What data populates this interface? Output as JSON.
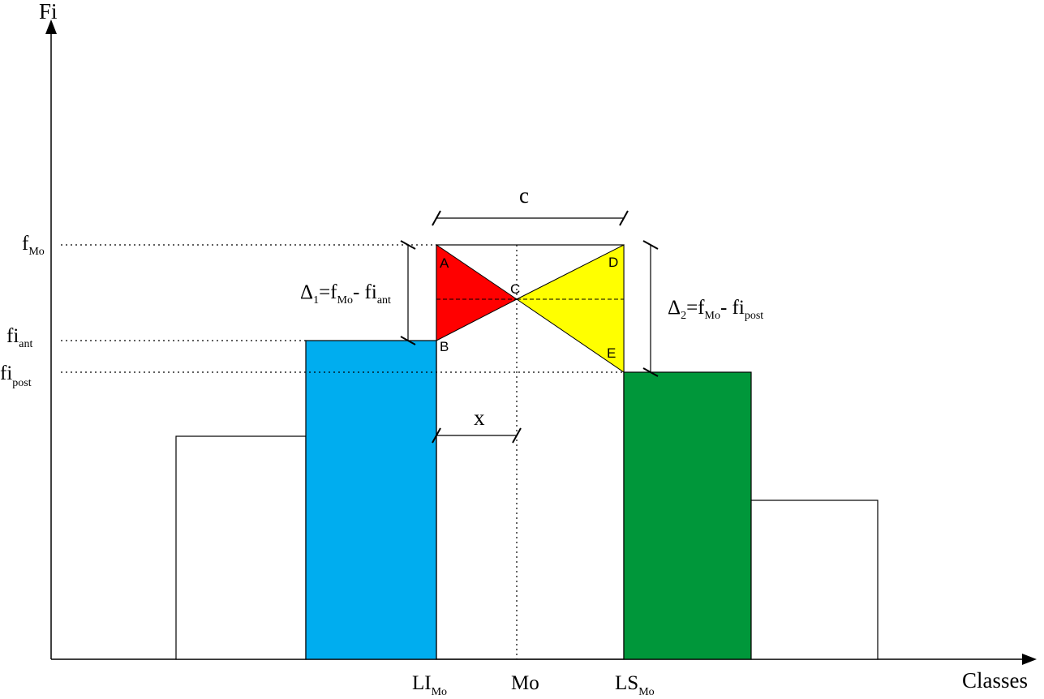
{
  "axes": {
    "y_label": "Fi",
    "x_label": "Classes"
  },
  "y_ticks": {
    "fmo": {
      "main": "f",
      "sub": "Mo"
    },
    "fi_ant": {
      "main": "fi",
      "sub": "ant"
    },
    "fi_post": {
      "main": "fi",
      "sub": "post"
    }
  },
  "x_ticks": {
    "li_mo": {
      "main": "LI",
      "sub": "Mo"
    },
    "mo": {
      "main": "Mo"
    },
    "ls_mo": {
      "main": "LS",
      "sub": "Mo"
    }
  },
  "dimensions": {
    "c": "c",
    "x": "x"
  },
  "formulas": {
    "delta1": {
      "delta": "Δ",
      "index": "1",
      "eq": "=f",
      "mo_sub": "Mo",
      "minus": "- fi",
      "tail_sub": "ant"
    },
    "delta2": {
      "delta": "Δ",
      "index": "2",
      "eq": "=f",
      "mo_sub": "Mo",
      "minus": "- fi",
      "tail_sub": "post"
    }
  },
  "points": {
    "A": "A",
    "B": "B",
    "C": "C",
    "D": "D",
    "E": "E"
  },
  "colors": {
    "ant_bar": "#00adef",
    "modal_bar": "#ffffff",
    "post_bar": "#00973a",
    "outer_bars": "#ffffff",
    "triangle_left": "#ff0000",
    "triangle_right": "#ffff00",
    "stroke": "#000000"
  }
}
